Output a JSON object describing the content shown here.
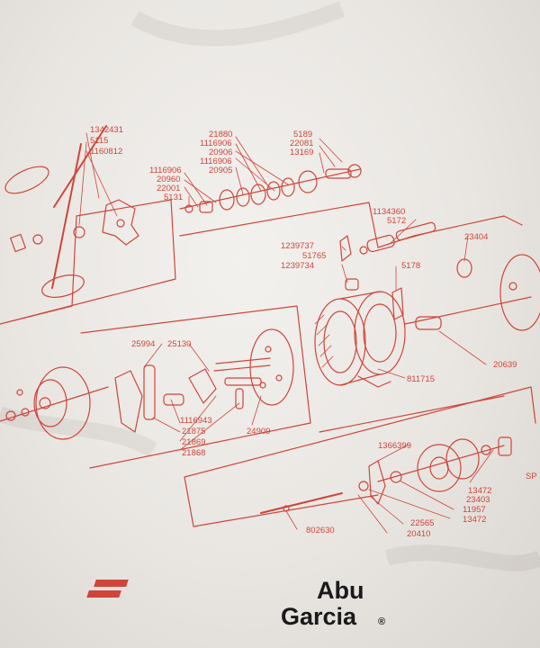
{
  "diagram": {
    "line_color": "#d0453a",
    "fabric_color": "#eeebe7",
    "part_numbers": {
      "p1342431": "1342431",
      "p5115": "5115",
      "p1160812": "1160812",
      "p21880": "21880",
      "p1116906a": "1116906",
      "p20906": "20906",
      "p1116906b": "1116906",
      "p20905": "20905",
      "p5189": "5189",
      "p22081": "22081",
      "p13169": "13169",
      "p1116906c": "1116906",
      "p20960": "20960",
      "p22001": "22001",
      "p5131": "5131",
      "p1134360": "1134360",
      "p5172": "5172",
      "p1239737": "1239737",
      "p51765": "51765",
      "p1239734": "1239734",
      "p23404": "23404",
      "p5178": "5178",
      "p25994": "25994",
      "p25130": "25130",
      "p20639": "20639",
      "p811715": "811715",
      "p1116943": "1116943",
      "p21875": "21875",
      "p21869": "21869",
      "p21868": "21868",
      "p24909": "24909",
      "p1366399": "1366399",
      "p13472a": "13472",
      "p23403": "23403",
      "p11957": "11957",
      "p13472b": "13472",
      "p22565": "22565",
      "p20410": "20410",
      "p802630": "802630",
      "p_sp": "SP"
    }
  },
  "brand": {
    "line1": "Abu",
    "line2": "Garcia",
    "registered": "®",
    "accent_color": "#d0453a",
    "text_color": "#1a1a1a"
  }
}
